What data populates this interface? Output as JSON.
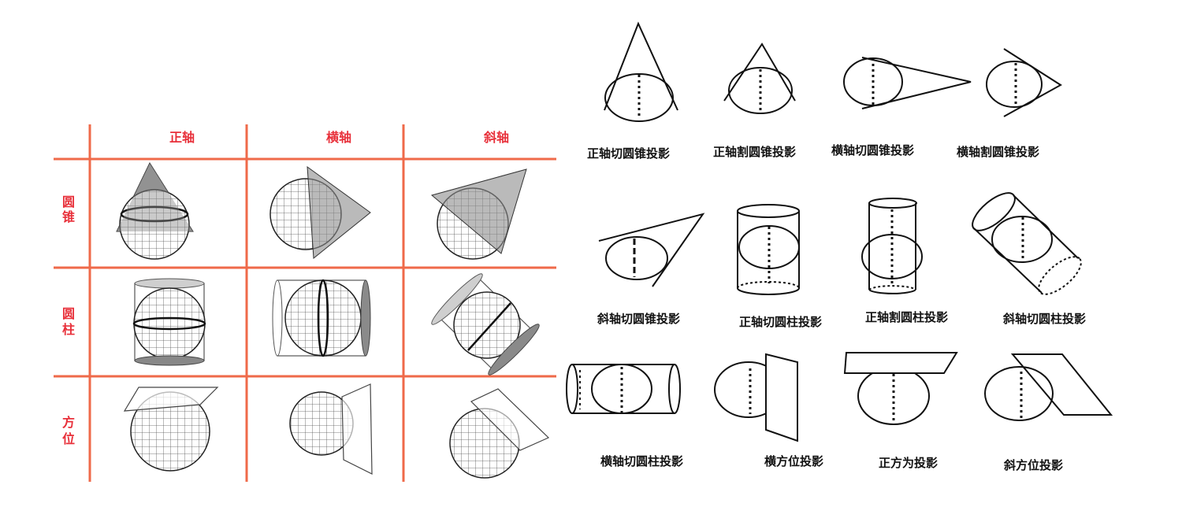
{
  "table": {
    "columns": [
      "正轴",
      "横轴",
      "斜轴"
    ],
    "rows": [
      {
        "label_lines": [
          "圆",
          "锥"
        ]
      },
      {
        "label_lines": [
          "圆",
          "柱"
        ]
      },
      {
        "label_lines": [
          "方",
          "位"
        ]
      }
    ],
    "colors": {
      "grid_line": "#ef6a4a",
      "header_text": "#e8303a"
    }
  },
  "projections": [
    {
      "id": "cone-normal-tangent",
      "label": "正轴切圆锥投影"
    },
    {
      "id": "cone-normal-secant",
      "label": "正轴割圆锥投影"
    },
    {
      "id": "cone-transverse-tangent",
      "label": "横轴切圆锥投影"
    },
    {
      "id": "cone-transverse-secant",
      "label": "横轴割圆锥投影"
    },
    {
      "id": "cone-oblique-tangent",
      "label": "斜轴切圆锥投影"
    },
    {
      "id": "cyl-normal-tangent",
      "label": "正轴切圆柱投影"
    },
    {
      "id": "cyl-normal-secant",
      "label": "正轴割圆柱投影"
    },
    {
      "id": "cyl-oblique-tangent",
      "label": "斜轴切圆柱投影"
    },
    {
      "id": "cyl-transverse-tangent",
      "label": "横轴切圆柱投影"
    },
    {
      "id": "azi-transverse",
      "label": "横方位投影"
    },
    {
      "id": "azi-normal",
      "label": "正方为投影"
    },
    {
      "id": "azi-oblique",
      "label": "斜方位投影"
    }
  ]
}
